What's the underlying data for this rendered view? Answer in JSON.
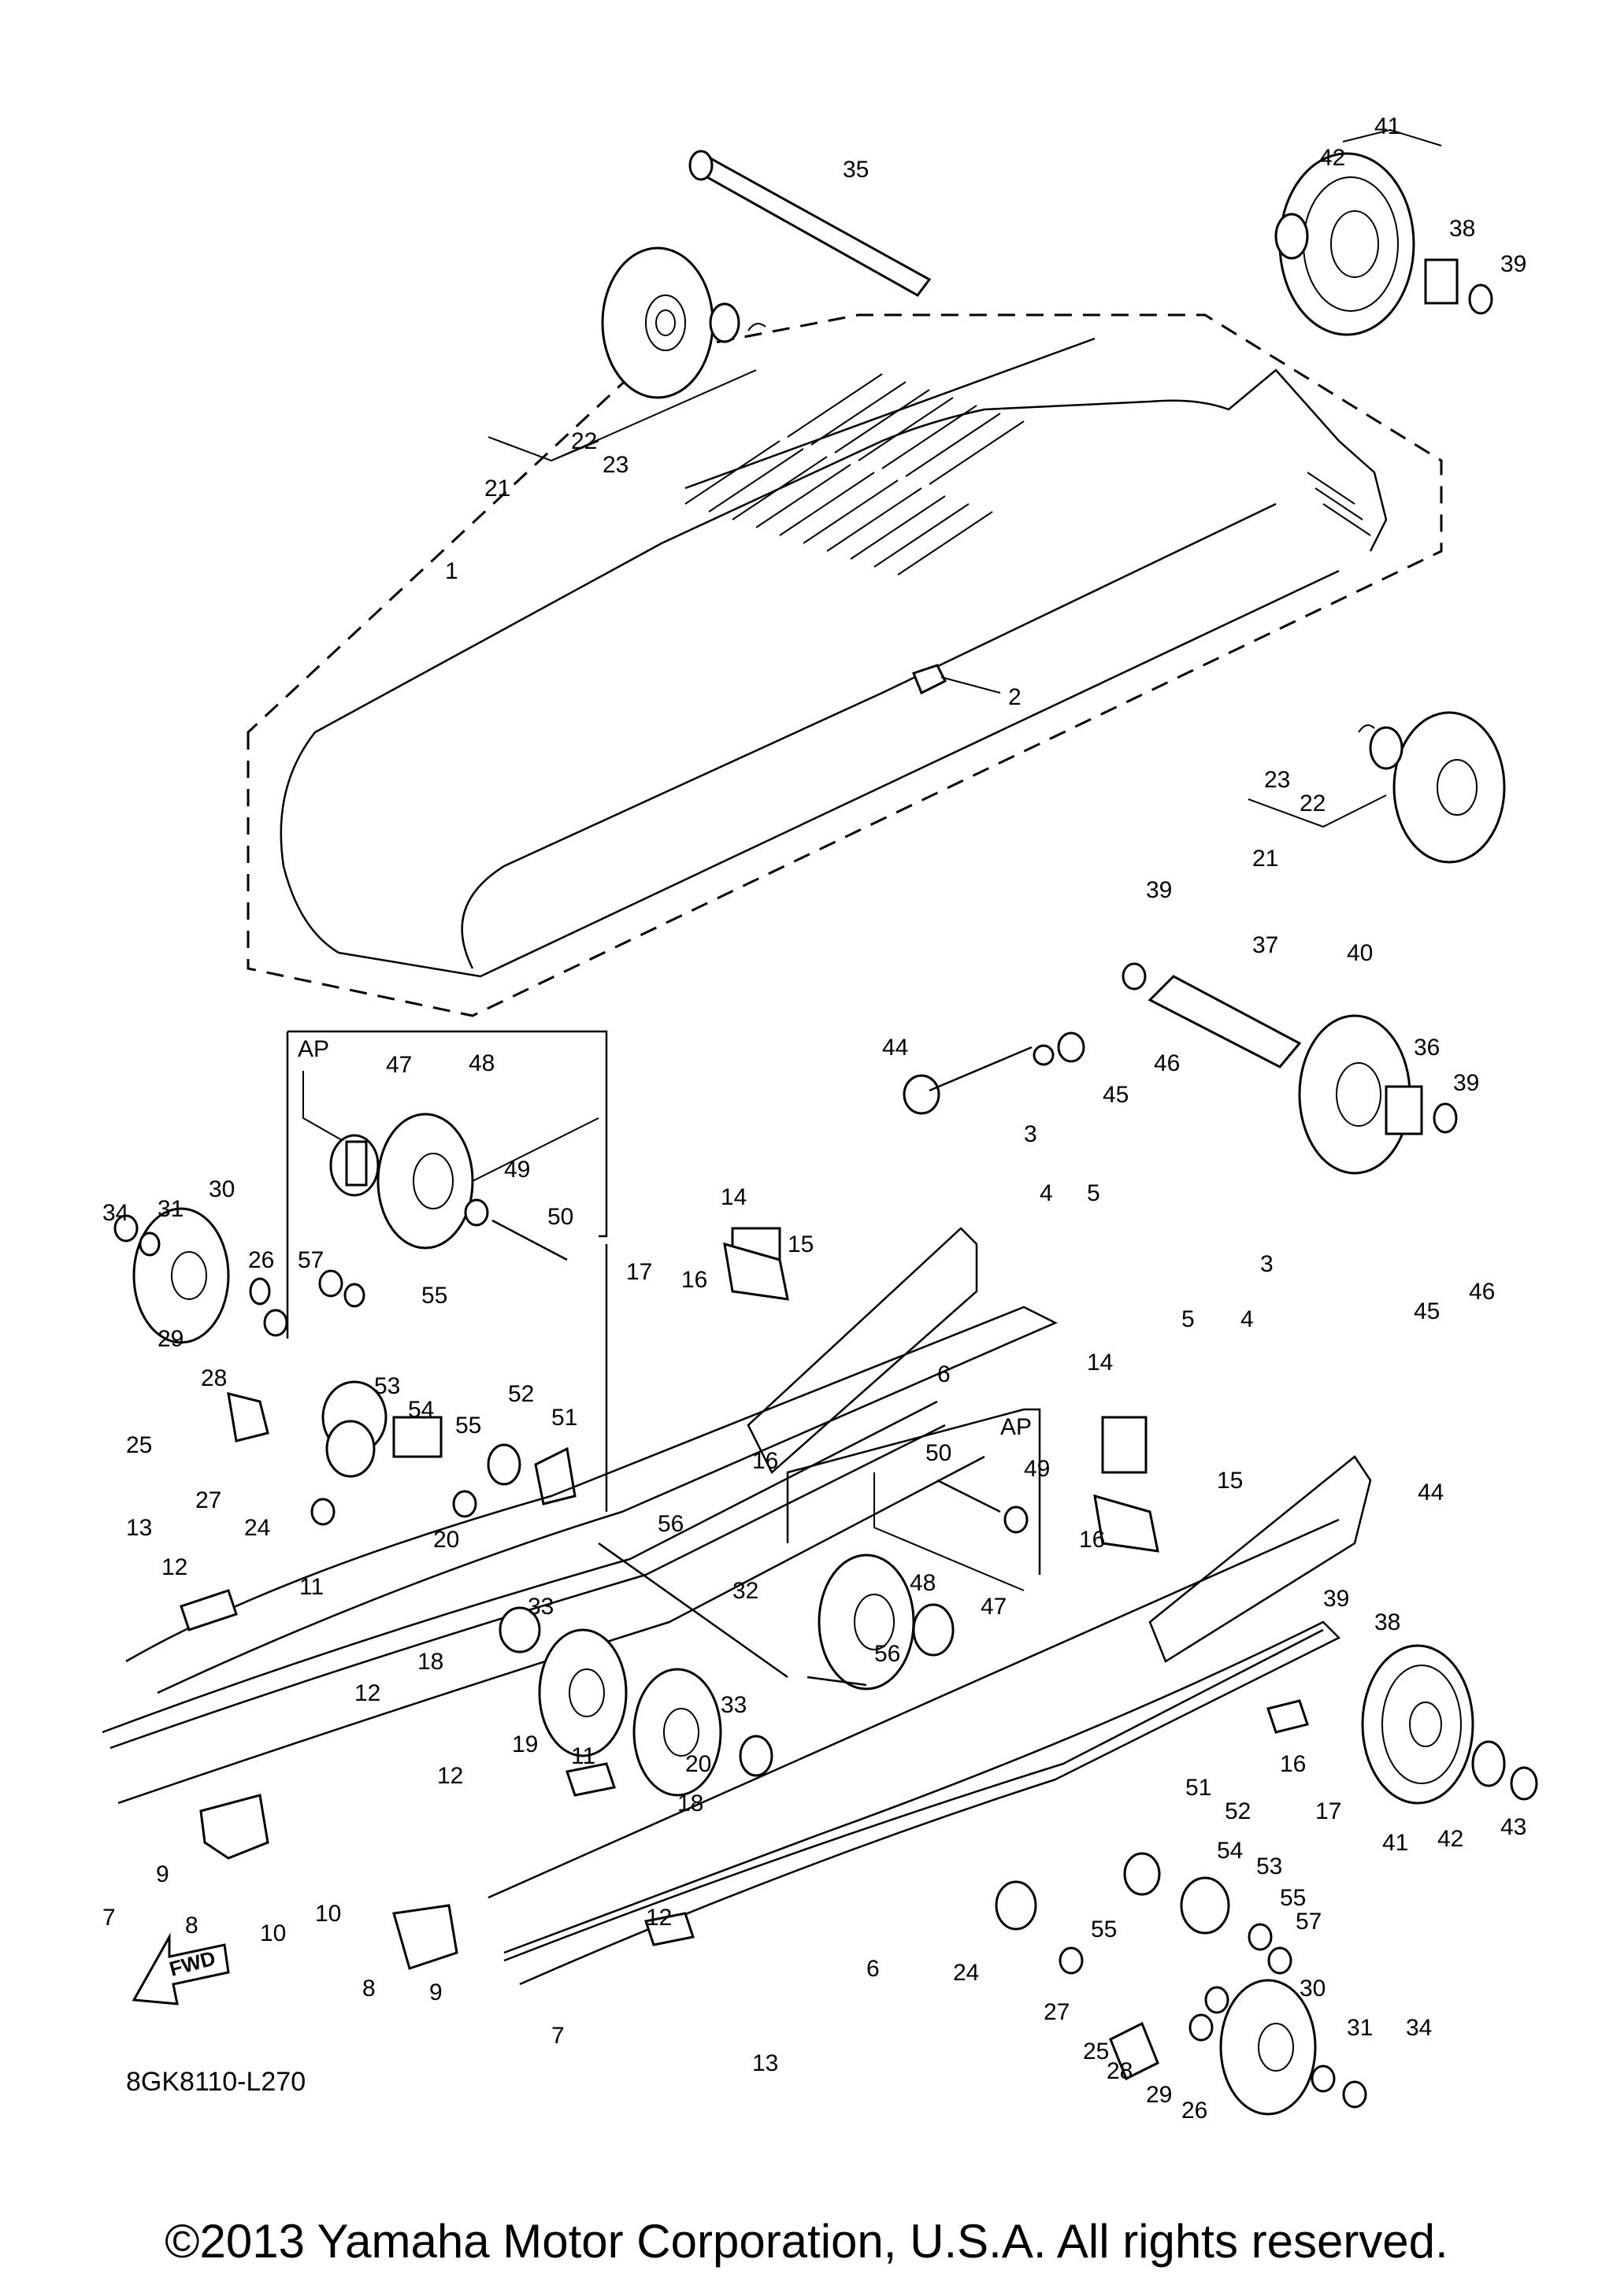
{
  "diagram": {
    "ref_code": "8GK8110-L270",
    "fwd_label": "FWD",
    "ap_label": "AP",
    "copyright": "©2013 Yamaha Motor Corporation, U.S.A. All rights reserved.",
    "callouts": [
      "35",
      "41",
      "42",
      "38",
      "39",
      "22",
      "23",
      "21",
      "1",
      "2",
      "23",
      "22",
      "21",
      "39",
      "37",
      "40",
      "44",
      "46",
      "45",
      "36",
      "39",
      "3",
      "4",
      "5",
      "14",
      "15",
      "17",
      "16",
      "AP",
      "47",
      "48",
      "49",
      "50",
      "57",
      "55",
      "53",
      "54",
      "52",
      "51",
      "55",
      "56",
      "34",
      "31",
      "30",
      "26",
      "29",
      "28",
      "25",
      "27",
      "24",
      "13",
      "12",
      "11",
      "12",
      "20",
      "33",
      "18",
      "19",
      "32",
      "33",
      "20",
      "18",
      "6",
      "16",
      "AP",
      "50",
      "49",
      "48",
      "47",
      "56",
      "3",
      "5",
      "4",
      "46",
      "45",
      "44",
      "14",
      "15",
      "16",
      "39",
      "38",
      "16",
      "17",
      "41",
      "42",
      "43",
      "12",
      "11",
      "9",
      "8",
      "10",
      "7",
      "10",
      "8",
      "9",
      "7",
      "12",
      "13",
      "6",
      "24",
      "27",
      "25",
      "28",
      "29",
      "26",
      "30",
      "31",
      "34",
      "51",
      "52",
      "54",
      "53",
      "55",
      "57",
      "55"
    ]
  }
}
